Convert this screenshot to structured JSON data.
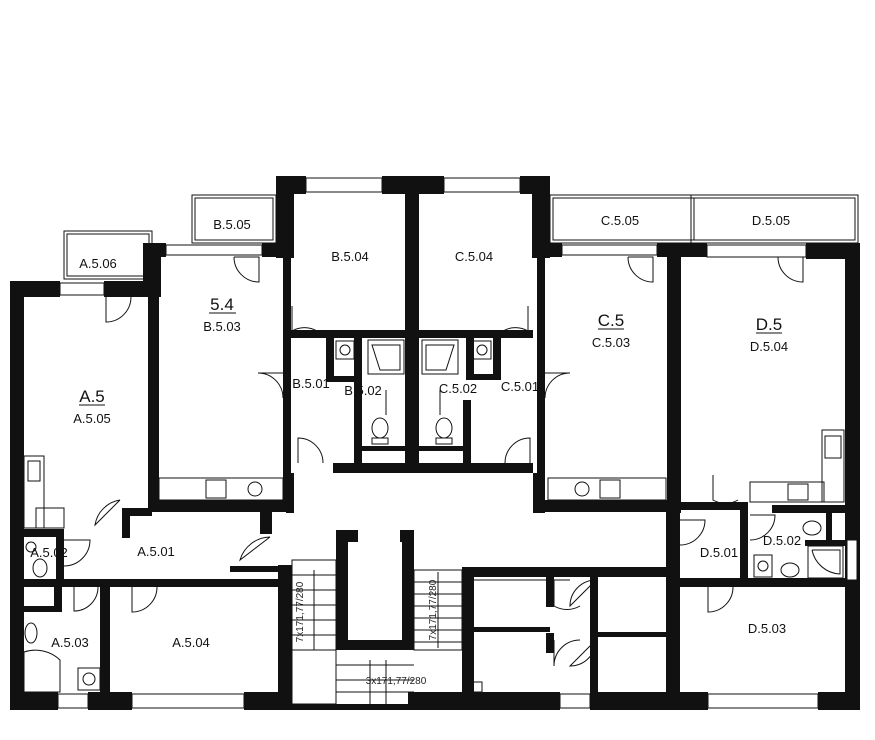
{
  "rooms": {
    "a506": "A.5.06",
    "b505": "B.5.05",
    "c505": "C.5.05",
    "d505": "D.5.05",
    "b504": "B.5.04",
    "c504": "C.5.04",
    "apt_b": "5.4",
    "b503": "B.5.03",
    "apt_c": "C.5",
    "c503": "C.5.03",
    "apt_d": "D.5",
    "d504": "D.5.04",
    "apt_a": "A.5",
    "a505": "A.5.05",
    "b501": "B.5.01",
    "b502": "B.5.02",
    "c502": "C.5.02",
    "c501": "C.5.01",
    "a502": "A.5.02",
    "a501": "A.5.01",
    "d501": "D.5.01",
    "d502": "D.5.02",
    "a503": "A.5.03",
    "a504": "A.5.04",
    "d503": "D.5.03"
  },
  "stairs": {
    "left": "7x171,77/280",
    "right": "7x171,77/280",
    "bottom": "3x171,77/280"
  }
}
